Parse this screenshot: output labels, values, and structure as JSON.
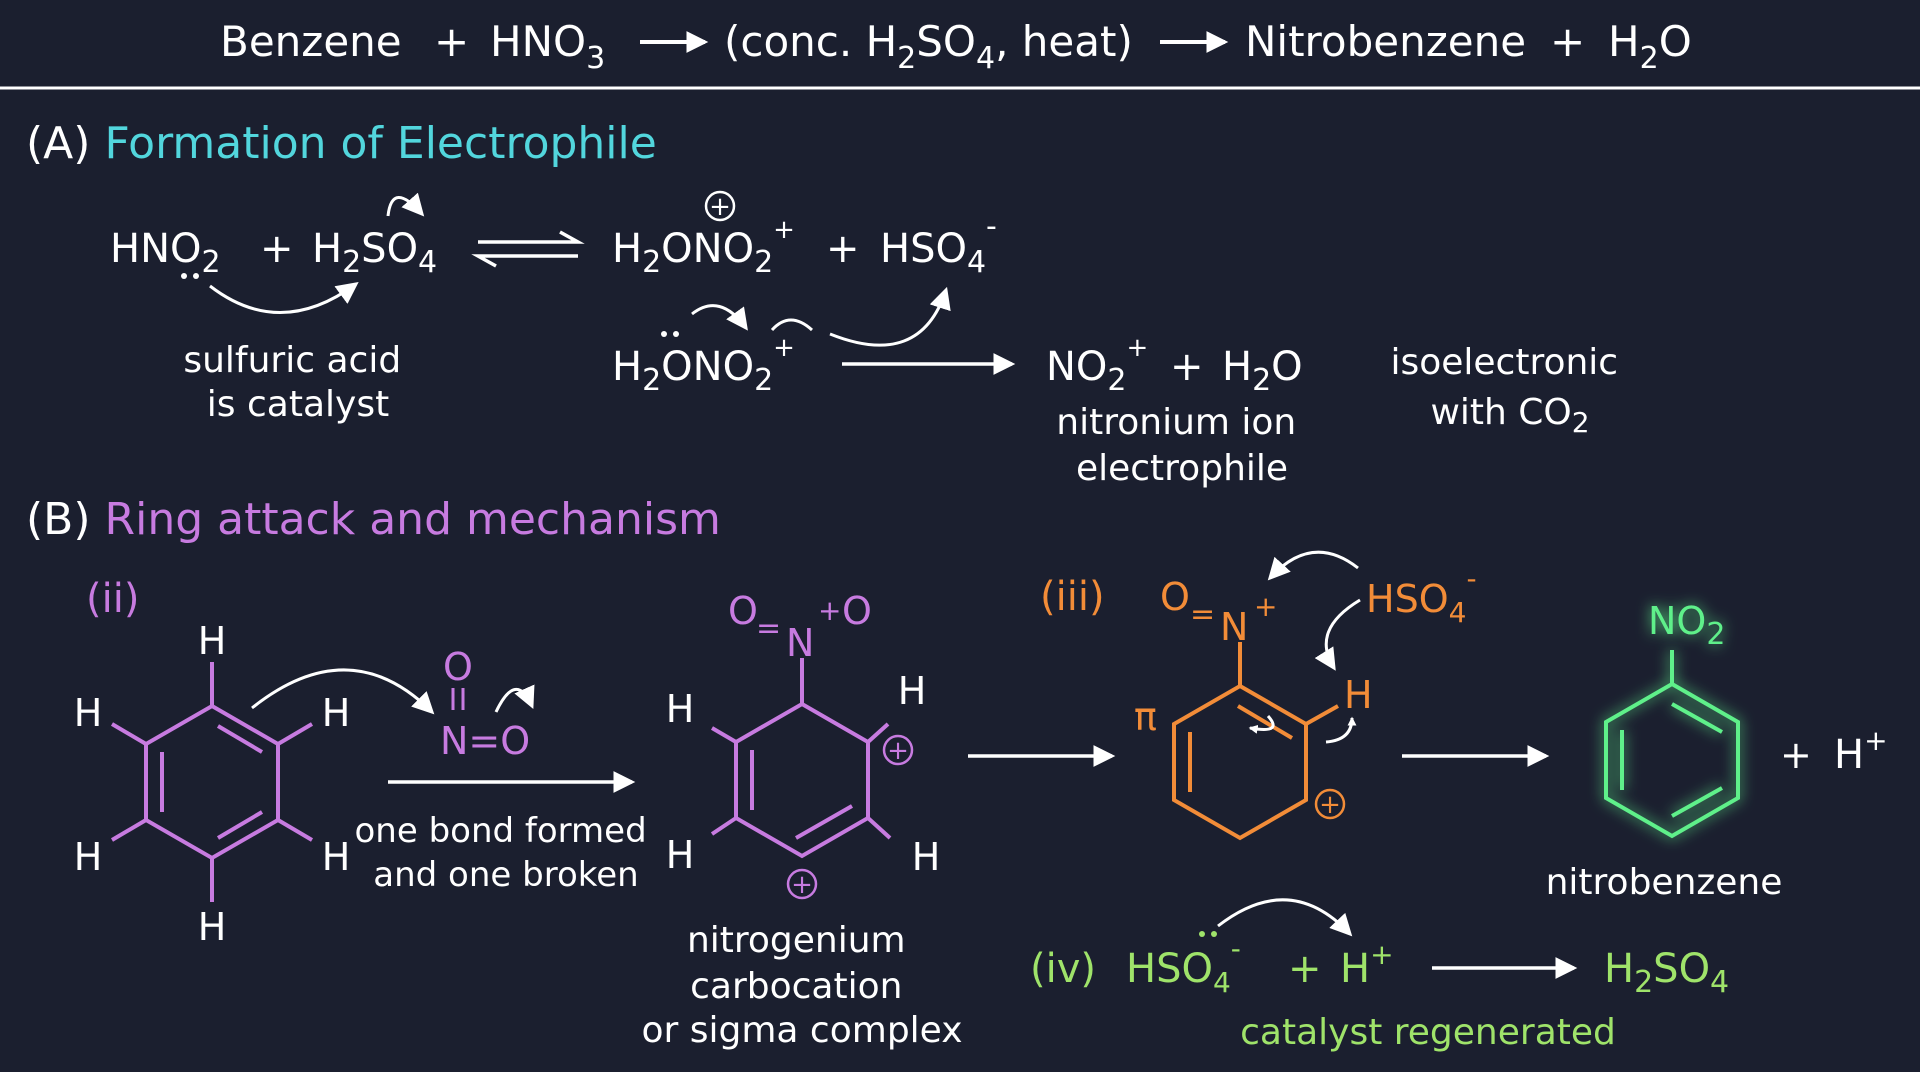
{
  "colors": {
    "background": "#1b1f2f",
    "text": "#ffffff",
    "section_a": "#52d6dd",
    "section_b": "#c77be0",
    "step_iii": "#f28c38",
    "step_iv": "#9fe36a",
    "product": "#5ff08a"
  },
  "header": {
    "reactant1": "Benzene",
    "plus1": "+",
    "reactant2_main": "HNO",
    "reactant2_sub": "3",
    "conditions_open": "(conc. H",
    "conditions_sub1": "2",
    "conditions_mid": "SO",
    "conditions_sub2": "4",
    "conditions_close": ", heat)",
    "product1": "Nitrobenzene",
    "plus2": "+",
    "product2_main": "H",
    "product2_sub": "2",
    "product2_end": "O"
  },
  "section_a": {
    "marker": "(A)",
    "title": "Formation of Electrophile",
    "eq1": {
      "hno2_main": "HNO",
      "hno2_sub": "2",
      "plus": "+",
      "h2so4_h": "H",
      "h2so4_sub1": "2",
      "h2so4_so": "SO",
      "h2so4_sub2": "4",
      "p1_h": "H",
      "p1_sub1": "2",
      "p1_ono": "ONO",
      "p1_sub2": "2",
      "p1_charge": "+",
      "plus2": "+",
      "p2_main": "HSO",
      "p2_sub": "4",
      "p2_charge": "-",
      "formal_charge": "+"
    },
    "note1_line1": "sulfuric acid",
    "note1_line2": "is catalyst",
    "eq2": {
      "r_h": "H",
      "r_sub1": "2",
      "r_ono": "ONO",
      "r_sub2": "2",
      "r_charge": "+",
      "p1_main": "NO",
      "p1_sub": "2",
      "p1_charge": "+",
      "plus": "+",
      "p2_h": "H",
      "p2_sub": "2",
      "p2_o": "O"
    },
    "nitronium_line1": "nitronium ion",
    "nitronium_line2": "electrophile",
    "iso_line1": "isoelectronic",
    "iso_line2_main": "with CO",
    "iso_line2_sub": "2"
  },
  "section_b": {
    "marker": "(B)",
    "title": "Ring attack and mechanism",
    "step_ii": {
      "label": "(ii)",
      "h_label": "H",
      "o_top": "O",
      "n_o": "N=O",
      "note_line1": "one bond formed",
      "note_line2": "and one broken"
    },
    "sigma": {
      "top_o1": "O",
      "top_eq": "=",
      "top_n": "N",
      "top_charge": "+",
      "top_o2": "O",
      "h_label": "H",
      "charge": "+",
      "caption_line1": "nitrogenium",
      "caption_line2": "carbocation",
      "caption_line3": "or sigma complex"
    },
    "step_iii": {
      "label": "(iii)",
      "o": "O",
      "eq": "=",
      "n": "N",
      "n_charge": "+",
      "pi": "π",
      "base_main": "HSO",
      "base_sub": "4",
      "base_charge": "-",
      "h_label": "H",
      "ring_charge": "+"
    },
    "product": {
      "no2_main": "NO",
      "no2_sub": "2",
      "plus": "+",
      "h_main": "H",
      "h_charge": "+",
      "caption": "nitrobenzene"
    },
    "step_iv": {
      "label": "(iv)",
      "r1_main": "HSO",
      "r1_sub": "4",
      "r1_charge": "-",
      "plus": "+",
      "r2_main": "H",
      "r2_charge": "+",
      "p_h": "H",
      "p_sub1": "2",
      "p_so": "SO",
      "p_sub2": "4",
      "caption": "catalyst regenerated"
    }
  }
}
